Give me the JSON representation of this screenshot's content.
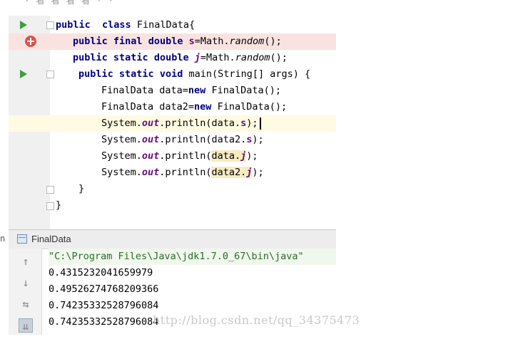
{
  "window": {
    "top_fragment": "· 看 看 看 看 · ·",
    "left_fragment": "n"
  },
  "editor": {
    "lines": [
      {
        "tokens": [
          "public",
          "class",
          "FinalData{"
        ]
      },
      {
        "tokens": [
          "public",
          "final",
          "double",
          "s",
          "=Math.",
          "random",
          "();"
        ]
      },
      {
        "tokens": [
          "public",
          "static",
          "double",
          "j",
          "=Math.",
          "random",
          "();"
        ]
      },
      {
        "tokens": [
          "public",
          "static",
          "void",
          "main(String[] args) {"
        ]
      },
      {
        "tokens": [
          "FinalData data=",
          "new",
          "FinalData();"
        ]
      },
      {
        "tokens": [
          "FinalData data2=",
          "new",
          "FinalData();"
        ]
      },
      {
        "tokens": [
          "System.",
          "out",
          ".println(data.",
          "s",
          ");"
        ]
      },
      {
        "tokens": [
          "System.",
          "out",
          ".println(data2.",
          "s",
          ");"
        ]
      },
      {
        "tokens": [
          "System.",
          "out",
          ".println(",
          "data.",
          "j",
          ");"
        ]
      },
      {
        "tokens": [
          "System.",
          "out",
          ".println(",
          "data2.",
          "j",
          ");"
        ]
      },
      {
        "tokens": [
          "}"
        ]
      },
      {
        "tokens": [
          "}"
        ]
      }
    ]
  },
  "run_panel": {
    "tab_label": "FinalData",
    "toolbar": {
      "up": "↑",
      "down": "↓",
      "wrap": "⇆",
      "scroll_end": "⇊"
    },
    "output": [
      "\"C:\\Program Files\\Java\\jdk1.7.0_67\\bin\\java\"",
      "0.4315232041659979",
      "0.49526274768209366",
      "0.7423533252879608​4",
      "0.7423533252879608​4"
    ]
  },
  "watermark": "http://blog.csdn.net/qq_34375473"
}
